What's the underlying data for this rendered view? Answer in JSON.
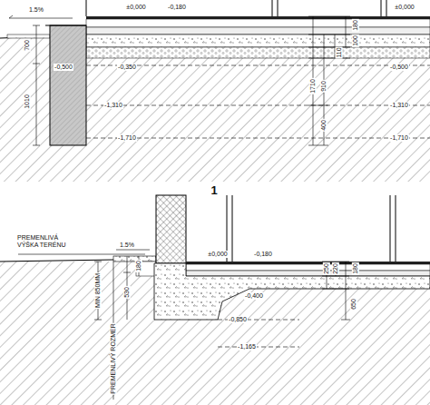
{
  "diagram": {
    "labels": [
      "1.5%",
      "±0,000",
      "-0,180",
      "±0,000",
      "700",
      "1010",
      "-0,500",
      "-0,350",
      "-1,310",
      "-1,710",
      "-0,500",
      "-1,310",
      "-1,710",
      "180",
      "100",
      "110",
      "1710",
      "910",
      "400",
      "1",
      "PREMENLIVÁ VÝŠKA TERÉNU",
      "1.5%",
      "±0,000",
      "-0,180",
      "180",
      "250",
      "220",
      "650",
      "-0,400",
      "-0,850",
      "-1,165",
      "MIN 850MM",
      "530",
      "180",
      "PREMENLIVÝ ROZMER"
    ]
  }
}
